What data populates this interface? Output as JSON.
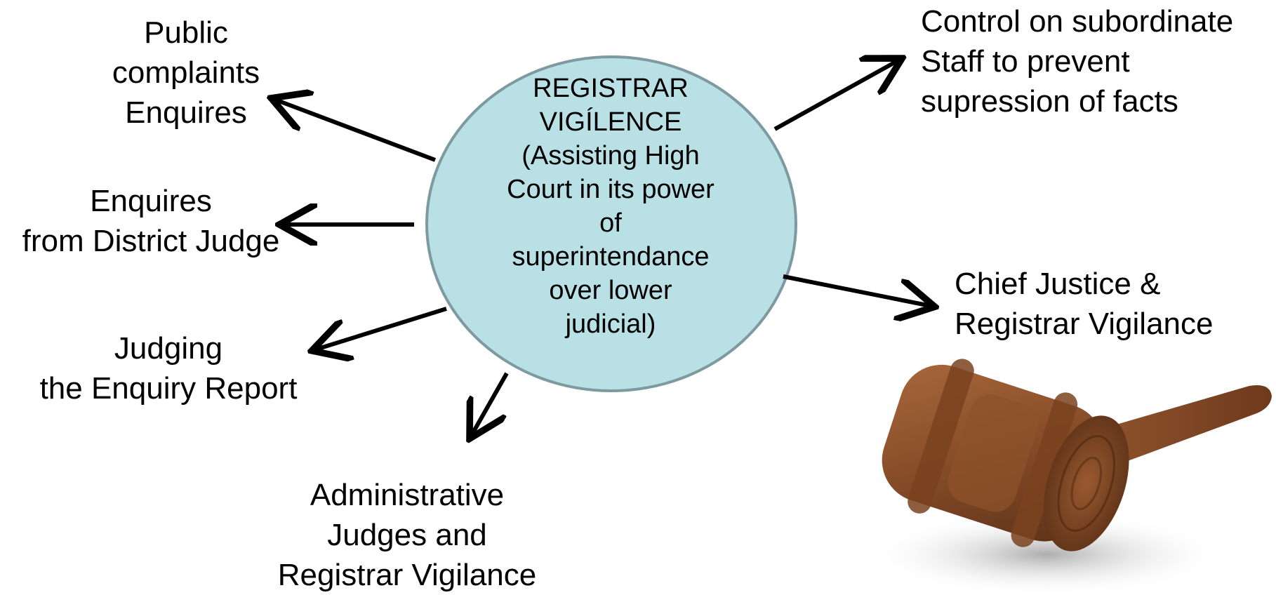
{
  "diagram": {
    "center": {
      "text": "REGISTRAR\nVIGÍLENCE\n(Assisting High\nCourt in its power\nof\nsuperintendance\nover lower\njudicial)"
    },
    "nodes": {
      "public_complaints": "Public\ncomplaints\nEnquires",
      "district_judge": "Enquires\nfrom District Judge",
      "judging_report": "Judging\nthe Enquiry Report",
      "administrative": "Administrative\nJudges and\nRegistrar Vigilance",
      "control_staff": "Control on subordinate\nStaff to prevent\nsupression of facts",
      "chief_justice": "Chief Justice &\nRegistrar Vigilance"
    },
    "image": {
      "icon": "gavel-icon"
    },
    "colors": {
      "circle_fill": "#b9e0e5",
      "circle_border": "#7d9aa0",
      "arrow": "#000000",
      "gavel_wood": "#8a4f2a"
    }
  }
}
